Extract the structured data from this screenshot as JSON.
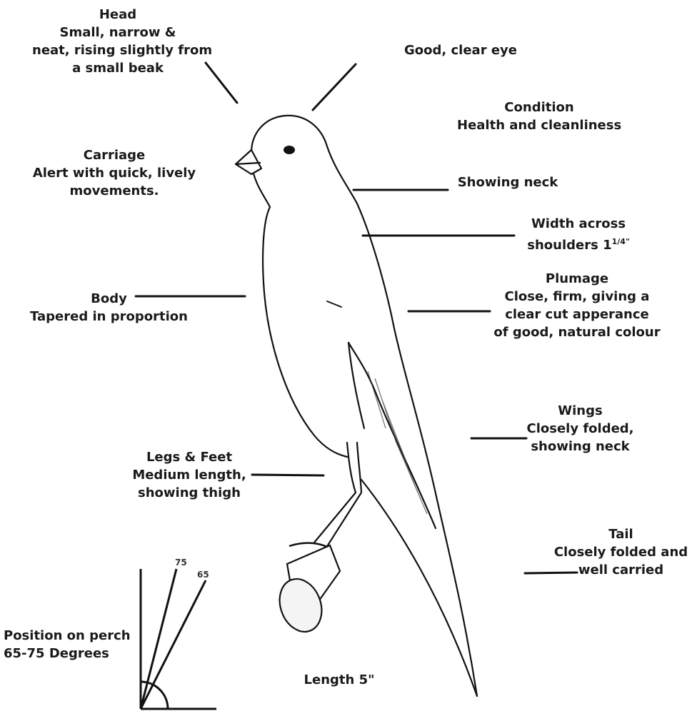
{
  "head": {
    "title": "Head",
    "l1": "Small,  narrow &",
    "l2": "neat, rising slightly from",
    "l3": "a small beak"
  },
  "eye": {
    "title": "Good, clear eye"
  },
  "condition": {
    "title": "Condition",
    "l1": "Health and cleanliness"
  },
  "carriage": {
    "title": "Carriage",
    "l1": "Alert with quick, lively",
    "l2": "movements."
  },
  "neck": {
    "title": "Showing neck"
  },
  "width": {
    "title": "Width across",
    "l1_prefix": "shoulders 1",
    "fraction": "1/4",
    "suffix": "\""
  },
  "plumage": {
    "title": "Plumage",
    "l1": "Close, firm, giving a",
    "l2": "clear cut apperance",
    "l3": "of good, natural colour"
  },
  "body": {
    "title": "Body",
    "l1": "Tapered in proportion"
  },
  "wings": {
    "title": "Wings",
    "l1": "Closely folded,",
    "l2": "showing neck"
  },
  "legs": {
    "title": "Legs & Feet",
    "l1": "Medium length,",
    "l2": "showing thigh"
  },
  "tail": {
    "title": "Tail",
    "l1": "Closely folded and",
    "l2": "well carried"
  },
  "perch": {
    "title": "Position on perch",
    "l1": "65-75 Degrees",
    "angle_a": "75",
    "angle_b": "65"
  },
  "length": {
    "title": "Length 5\""
  }
}
